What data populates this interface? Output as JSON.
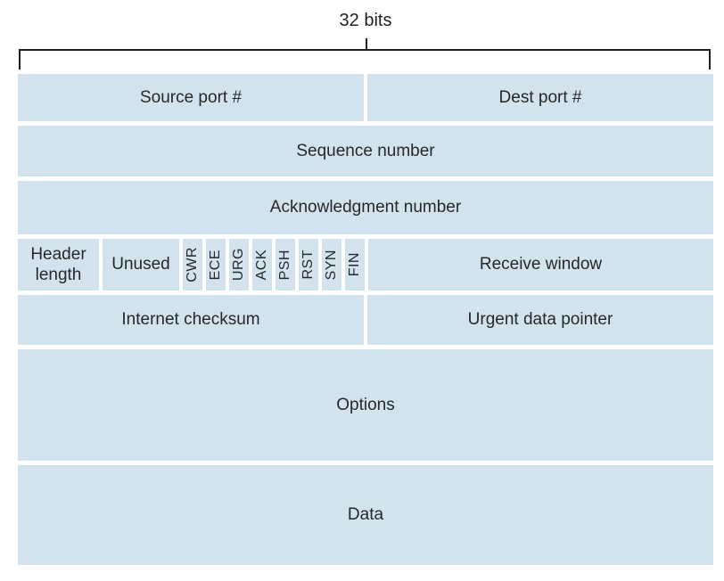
{
  "diagram": {
    "width_label": "32 bits",
    "colors": {
      "cell_fill": "#d3e3ee",
      "line": "#231f20",
      "text": "#26282a",
      "background": "#ffffff"
    },
    "rows": {
      "ports": {
        "source": "Source port #",
        "dest": "Dest port #"
      },
      "sequence": "Sequence number",
      "ack": "Acknowledgment number",
      "flags_row": {
        "header_length": "Header length",
        "unused": "Unused",
        "receive_window": "Receive window"
      },
      "checksum_row": {
        "checksum": "Internet checksum",
        "urgent": "Urgent data pointer"
      },
      "options": "Options",
      "data": "Data"
    },
    "flags": [
      "CWR",
      "ECE",
      "URG",
      "ACK",
      "PSH",
      "RST",
      "SYN",
      "FIN"
    ]
  }
}
